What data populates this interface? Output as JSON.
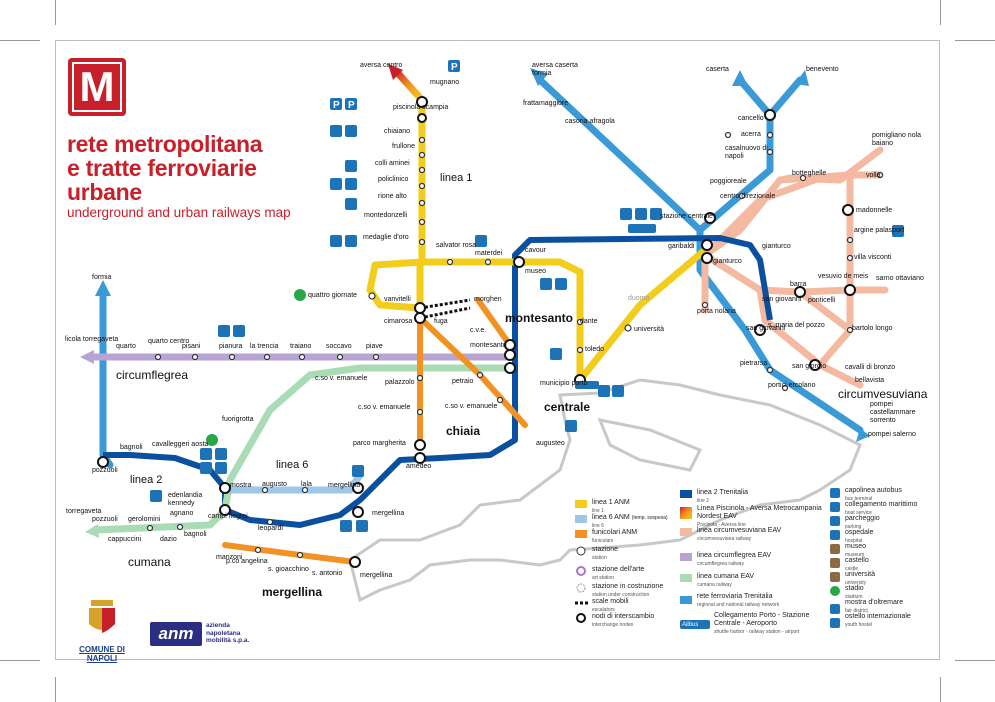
{
  "title": {
    "logo_letter": "M",
    "line1": "rete metropolitana",
    "line2": "e tratte ferroviarie",
    "line3": "urbane",
    "subtitle": "underground and urban railways map"
  },
  "colors": {
    "linea1": "#f2cd1b",
    "linea2": "#0b4fa0",
    "linea6": "#9cc7e8",
    "funicolare": "#f39224",
    "circumvesuviana": "#f3b9a1",
    "circumflegrea": "#b7a4d3",
    "cumana": "#a9dbb4",
    "trenitalia_regional": "#3a9ad8",
    "accent_red": "#c8202a"
  },
  "lines": {
    "linea1_label": "linea 1",
    "linea2_label": "linea 2",
    "linea6_label": "linea 6",
    "circumflegrea_label": "circumflegrea",
    "cumana_label": "cumana",
    "circumvesuviana_label": "circumvesuviana",
    "chiaia_label": "chiaia",
    "centrale_label": "centrale",
    "montesanto_label": "montesanto",
    "mergellina_label": "mergellina"
  },
  "stations": {
    "aversa_centro": "aversa centro",
    "mugnano": "mugnano",
    "piscinola": "piscinola scampia",
    "chiaiano": "chiaiano",
    "frullone": "frullone",
    "colli_aminei": "colli aminei",
    "policlinico": "policlinico",
    "rione_alto": "rione alto",
    "montedonzelli": "montedonzelli",
    "medaglie_oro": "medaglie d'oro",
    "salvator_rosa": "salvator rosa",
    "materdei": "materdei",
    "cavour": "cavour",
    "museo": "museo",
    "dante": "dante",
    "toledo": "toledo",
    "municipio": "municipio porto",
    "universita": "università",
    "duomo": "duomo",
    "garibaldi": "garibaldi",
    "gianturco": "gianturco",
    "gianturco2": "gianturco",
    "stazione_centrale": "stazione centrale",
    "centro_direzionale": "centro direzionale",
    "poggioreale": "poggioreale",
    "botteghelle": "botteghelle",
    "volla": "volla",
    "pomigliano": "pomigliano nola baiano",
    "madonnelle": "madonnelle",
    "argine": "argine palasport",
    "villa_visconti": "villa visconti",
    "sarno": "sarno ottaviano",
    "barra": "barra",
    "vesuvio_de_meis": "vesuvio de meis",
    "ponticelli": "ponticelli",
    "bartolo_longo": "bartolo longo",
    "san_giovanni": "san giovanni",
    "s_maria_pozzo": "s. maria del pozzo",
    "san_giorgio": "san giorgio",
    "cavalli_bronzo": "cavalli di bronzo",
    "bellavista": "bellavista",
    "pietrarsa": "pietrarsa",
    "portici": "portici ercolano",
    "pompei_castellammare": "pompei castellammare sorrento",
    "pompei_salerno": "pompei salerno",
    "porta_nolana": "porta nolana",
    "s_giovanni_fs": "san giovanni",
    "caserta": "caserta",
    "benevento": "benevento",
    "cancello": "cancello",
    "acerra": "acerra",
    "casalnuovo": "casalnuovo di napoli",
    "aversa_caserta_formia": "aversa caserta formia",
    "frattamaggiore": "frattamaggiore",
    "casoria": "casoria afragola",
    "formia": "formia",
    "quattro_giornate": "quattro giornate",
    "vanvitelli": "vanvitelli",
    "cimarosa": "cimarosa",
    "fuga": "fuga",
    "morghen": "morghen",
    "cve": "c.v.e.",
    "montesanto": "montesanto",
    "palazzolo": "palazzolo",
    "petraio": "petraio",
    "cso_ve_1": "c.so v. emanuele",
    "cso_ve_2": "c.so v. emanuele",
    "cso_ve_3": "c.so v. emanuele",
    "parco_margherita": "parco margherita",
    "amedeo": "amedeo",
    "augusteo": "augusteo",
    "fuorigrotta": "fuorigrotta",
    "mostra": "mostra",
    "augusto": "augusto",
    "lala": "lala",
    "mergellina_l6": "mergellina",
    "mergellina_fs": "mergellina",
    "mergellina_fun": "mergellina",
    "leopardi": "leopardi",
    "campi_flegrei": "campi flegrei",
    "edenlandia": "edenlandia kennedy",
    "cavalleggeri": "cavalleggeri aosta",
    "bagnoli": "bagnoli",
    "pozzuoli": "pozzuoli",
    "licola": "licola torregaveta",
    "quarto": "quarto",
    "quarto_centro": "quarto centro",
    "pisani": "pisani",
    "pianura": "pianura",
    "la_trencia": "la trencia",
    "traiano": "traiano",
    "soccavo": "soccavo",
    "piave": "piave",
    "torregaveta": "torregaveta",
    "pozzuoli_c": "pozzuoli",
    "gerolomini": "gerolomini",
    "agnano": "agnano",
    "cappuccini": "cappuccini",
    "dazio": "dazio",
    "bagnoli_c": "bagnoli",
    "manzoni": "manzoni",
    "pco_angelina": "p.co angelina",
    "s_gioacchino": "s. gioacchino",
    "s_antonio": "s. antonio"
  },
  "legend": {
    "l1": "linea 1 ANM",
    "l1_sub": "line 1",
    "l6": "linea 6 ANM",
    "l6_note": "(temp. sospesa)",
    "l6_sub": "line 6",
    "fun": "funicolari ANM",
    "fun_sub": "funiculars",
    "stazione": "stazione",
    "stazione_sub": "station",
    "arte": "stazione dell'arte",
    "arte_sub": "art station",
    "costruzione": "stazione in costruzione",
    "costruzione_sub": "station under construction",
    "scale": "scale mobili",
    "scale_sub": "escalators",
    "nodi": "nodi di interscambio",
    "nodi_sub": "interchange nodes",
    "l2": "linea 2 Trenitalia",
    "l2_sub": "line 2",
    "piscinola": "Linea Piscinola - Aversa Metrocampania Nordest EAV",
    "piscinola_sub": "Piscinola - Aversa line",
    "cv": "linea circumvesuviana EAV",
    "cv_sub": "circumvesuviana railway",
    "cf": "linea circumflegrea EAV",
    "cf_sub": "circumflegrea railway",
    "cu": "linea cumana EAV",
    "cu_sub": "cumana railway",
    "fs": "rete ferroviaria Trenitalia",
    "fs_sub": "regional and national railway network",
    "alibus": "Collegamento Porto - Stazione Centrale - Aeroporto",
    "alibus_sub": "shuttle harbor - railway station - airport",
    "alibus_badge": "Alibus",
    "bus": "capolinea autobus",
    "bus_sub": "bus terminal",
    "boat": "collegamento marittimo",
    "boat_sub": "boat service",
    "parking": "parcheggio",
    "parking_sub": "parking",
    "hospital": "ospedale",
    "hospital_sub": "hospital",
    "museum": "museo",
    "museum_sub": "museum",
    "castle": "castello",
    "castle_sub": "castle",
    "university": "università",
    "university_sub": "university",
    "stadium": "stadio",
    "stadium_sub": "stadium",
    "fair": "mostra d'oltremare",
    "fair_sub": "fair district",
    "hostel": "ostello internazionale",
    "hostel_sub": "youth hostel"
  },
  "footer": {
    "comune": "COMUNE DI NAPOLI",
    "anm": "anm",
    "anm_text": "azienda napoletana mobilità s.p.a."
  }
}
